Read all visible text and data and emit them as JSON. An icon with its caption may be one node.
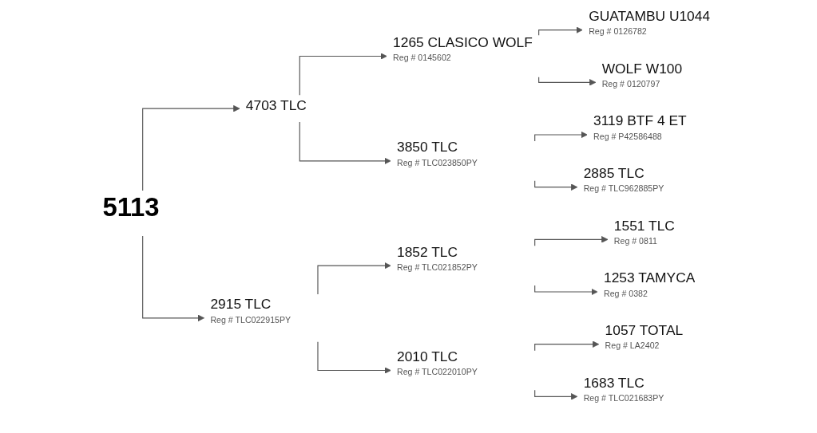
{
  "diagram": {
    "nodes": [
      {
        "text": [
          "5113"
        ]
      },
      {
        "text": [
          "4703 TLC"
        ]
      },
      {
        "text": [
          "1265 CLASICO WOLF",
          "Reg # 0145602"
        ]
      },
      {
        "text": [
          "GUATAMBU U1044",
          "Reg # 0126782"
        ]
      },
      {
        "text": [
          "WOLF W100",
          "Reg # 0120797"
        ]
      },
      {
        "text": [
          "3850 TLC",
          "Reg # TLC023850PY"
        ]
      },
      {
        "text": [
          "3119 BTF 4 ET",
          "Reg # P42586488"
        ]
      },
      {
        "text": [
          "2885 TLC",
          "Reg # TLC962885PY"
        ]
      },
      {
        "text": [
          "2915 TLC",
          "Reg # TLC022915PY"
        ]
      },
      {
        "text": [
          "1852 TLC",
          "Reg # TLC021852PY"
        ]
      },
      {
        "text": [
          "1551 TLC",
          "Reg # 0811"
        ]
      },
      {
        "text": [
          "1253 TAMYCA",
          "Reg # 0382"
        ]
      },
      {
        "text": [
          "2010 TLC",
          "Reg # TLC022010PY"
        ]
      },
      {
        "text": [
          "1057 TOTAL",
          "Reg # LA2402"
        ]
      },
      {
        "text": [
          "1683 TLC",
          "Reg # TLC021683PY"
        ]
      }
    ],
    "edges": [
      {
        "from": 0,
        "to": 1,
        "arrow": "to"
      },
      {
        "from": 0,
        "to": 8,
        "arrow": "to"
      },
      {
        "from": 1,
        "to": 2,
        "arrow": "to"
      },
      {
        "from": 1,
        "to": 5,
        "arrow": "to"
      },
      {
        "from": 2,
        "to": 3,
        "arrow": "to"
      },
      {
        "from": 2,
        "to": 4,
        "arrow": "to"
      },
      {
        "from": 5,
        "to": 6,
        "arrow": "to"
      },
      {
        "from": 5,
        "to": 7,
        "arrow": "to"
      },
      {
        "from": 8,
        "to": 9,
        "arrow": "to"
      },
      {
        "from": 8,
        "to": 12,
        "arrow": "to"
      },
      {
        "from": 9,
        "to": 10,
        "arrow": "to"
      },
      {
        "from": 9,
        "to": 11,
        "arrow": "to"
      },
      {
        "from": 12,
        "to": 13,
        "arrow": "to"
      },
      {
        "from": 12,
        "to": 14,
        "arrow": "to"
      }
    ]
  }
}
